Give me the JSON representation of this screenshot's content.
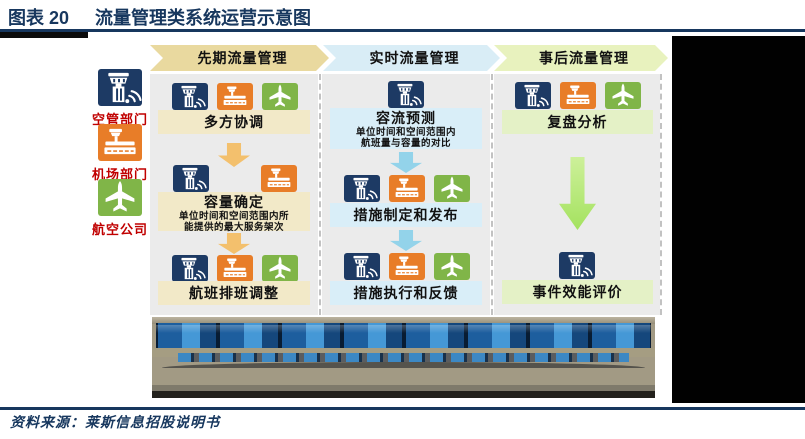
{
  "figure": {
    "label": "图表 20",
    "title": "流量管理类系统运营示意图",
    "source": "资料来源：莱斯信息招股说明书"
  },
  "colors": {
    "accent_navy": "#17375e",
    "tower_navy": "#1d3a64",
    "airport_orange": "#e87d28",
    "airline_green": "#80b548",
    "legend_red": "#c00000",
    "phase1_header_bg": "#e9d99f",
    "phase2_header_bg": "#d9edf6",
    "phase3_header_bg": "#e8f2be",
    "phase1_box_bg": "#f2e9c8",
    "phase2_box_bg": "#d9eef8",
    "phase3_box_bg": "#e4f1c6",
    "phase1_arrow": "#f3c06d",
    "phase2_arrow": "#93d3ea",
    "phase3_arrow": "#a4e25f",
    "panel_gray": "#ebebeb"
  },
  "icons": {
    "atc": "atc-tower-icon",
    "airport": "airport-runway-icon",
    "airline": "airplane-icon"
  },
  "legend": {
    "items": [
      {
        "label": "空管部门"
      },
      {
        "label": "机场部门"
      },
      {
        "label": "航空公司"
      }
    ]
  },
  "phases": {
    "p1": {
      "header": "先期流量管理",
      "s1": {
        "title": "多方协调"
      },
      "s2": {
        "title": "容量确定",
        "sub1": "单位时间和空间范围内所",
        "sub2": "能提供的最大服务架次"
      },
      "s3": {
        "title": "航班排班调整"
      }
    },
    "p2": {
      "header": "实时流量管理",
      "s1": {
        "title": "容流预测",
        "sub1": "单位时间和空间范围内",
        "sub2": "航班量与容量的对比"
      },
      "s2": {
        "title": "措施制定和发布"
      },
      "s3": {
        "title": "措施执行和反馈"
      }
    },
    "p3": {
      "header": "事后流量管理",
      "s1": {
        "title": "复盘分析"
      },
      "s2": {
        "title": "事件效能评价"
      }
    }
  }
}
